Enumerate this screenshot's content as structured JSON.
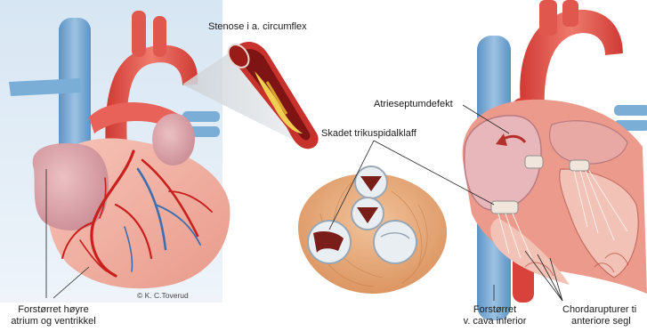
{
  "labels": {
    "stenosis": "Stenose i a. circumflex",
    "asd": "Atrieseptumdefekt",
    "tricuspid": "Skadet trikuspidalklaff",
    "copyright": "© K. C.Toverud",
    "enlarged_right": [
      "Forstørret høyre",
      "atrium og ventrikkel"
    ],
    "enlarged_ivc": [
      "Forstørret",
      "v. cava inferior"
    ],
    "chorda": [
      "Chordarupturer ti",
      "anteriore segl"
    ]
  },
  "colors": {
    "artery_red": "#e0463f",
    "vein_blue": "#6fa3cf",
    "heart_pink": "#f2b3a6",
    "atrium_mauve": "#d9a2a8",
    "coronary_red": "#c9201d",
    "coronary_blue": "#3c6fb0"
  }
}
